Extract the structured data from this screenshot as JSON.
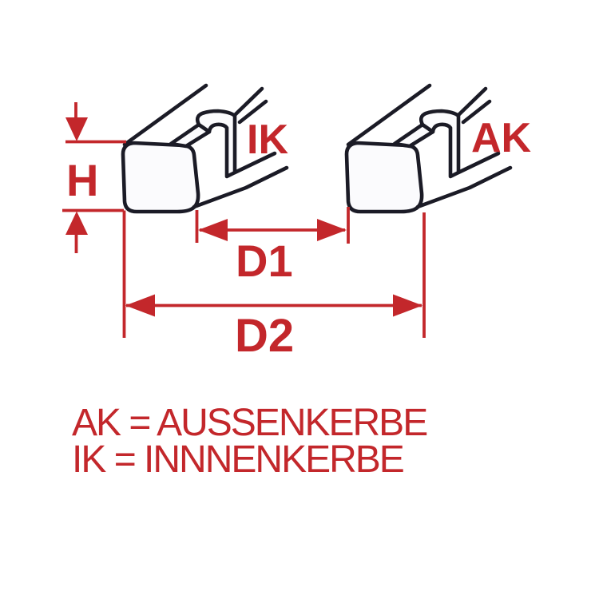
{
  "diagram": {
    "title": "piston-ring-end-gap-dimension-diagram",
    "labels": {
      "height": "H",
      "inner_diameter": "D1",
      "outer_diameter": "D2",
      "inner_notch": "IK",
      "outer_notch": "AK"
    },
    "legend": {
      "line1": "AK = AUSSENKERBE",
      "line2": "IK = INNNENKERBE"
    },
    "colors": {
      "dimension_red": "#c3272b",
      "line_dark": "#1b1b26",
      "face_fill": "#fbfbfd",
      "background": "#ffffff"
    }
  }
}
